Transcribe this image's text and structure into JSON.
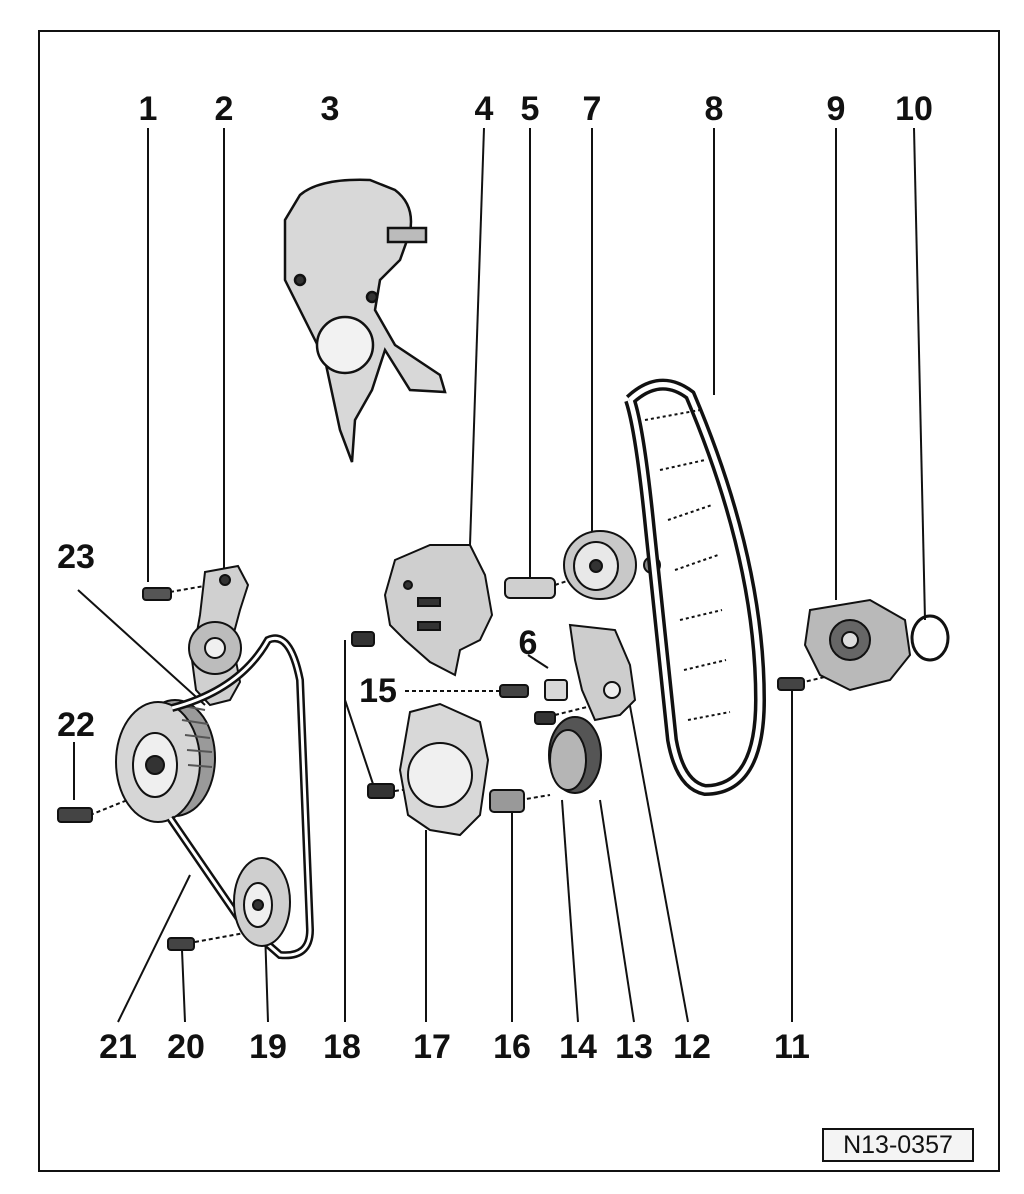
{
  "callouts": {
    "n1": "1",
    "n2": "2",
    "n3": "3",
    "n4": "4",
    "n5": "5",
    "n6": "6",
    "n7": "7",
    "n8": "8",
    "n9": "9",
    "n10": "10",
    "n11": "11",
    "n12": "12",
    "n13": "13",
    "n14": "14",
    "n15": "15",
    "n16": "16",
    "n17": "17",
    "n18": "18",
    "n19": "19",
    "n20": "20",
    "n21": "21",
    "n22": "22",
    "n23": "23"
  },
  "reference": "N13-0357",
  "colors": {
    "ink": "#111111",
    "part_gray": "#cfcfcf",
    "part_dark": "#3a3a3a"
  }
}
